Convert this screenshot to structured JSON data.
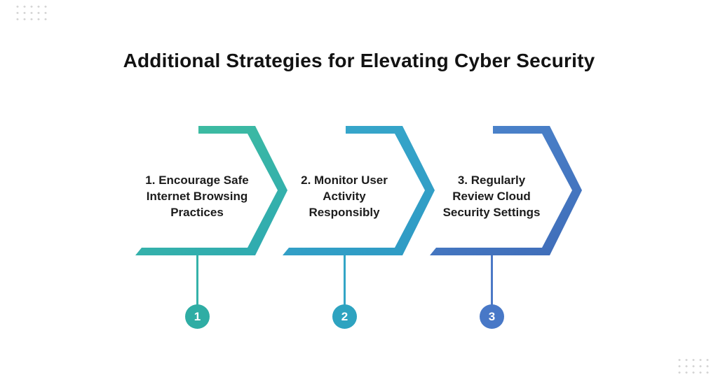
{
  "page": {
    "background": "#ffffff"
  },
  "title": {
    "text": "Additional Strategies for Elevating Cyber Security",
    "color": "#121212"
  },
  "decor": {
    "dot_color": "#d2d2d2"
  },
  "steps": [
    {
      "number": "1",
      "label": "1. Encourage Safe Internet Browsing Practices",
      "lines": [
        "1. Encourage Safe",
        "Internet Browsing",
        "Practices"
      ],
      "gradient_start": "#40BF9E",
      "gradient_end": "#2EA9B2",
      "connector": "#35B2A9",
      "badge": "#2FADA4"
    },
    {
      "number": "2",
      "label": "2. Monitor User Activity Responsibly",
      "lines": [
        "2. Monitor User",
        "Activity",
        "Responsibly"
      ],
      "gradient_start": "#38A8CB",
      "gradient_end": "#2E9AC4",
      "connector": "#33A5C6",
      "badge": "#2EA3C0"
    },
    {
      "number": "3",
      "label": "3. Regularly Review Cloud Security Settings",
      "lines": [
        "3. Regularly",
        "Review Cloud",
        "Security Settings"
      ],
      "gradient_start": "#4C86CD",
      "gradient_end": "#3F6CB8",
      "connector": "#4C79C6",
      "badge": "#4878C7"
    }
  ]
}
